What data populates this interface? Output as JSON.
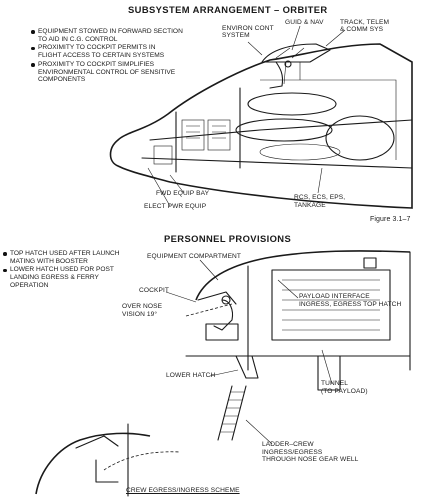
{
  "top_section": {
    "title": "SUBSYSTEM ARRANGEMENT – ORBITER",
    "bullets": [
      "EQUIPMENT STOWED IN FORWARD SECTION\nTO AID IN C.G. CONTROL",
      "PROXIMITY TO COCKPIT PERMITS IN\nFLIGHT ACCESS TO CERTAIN SYSTEMS",
      "PROXIMITY TO COCKPIT SIMPLIFIES\nENVIRONMENTAL CONTROL OF SENSITIVE\nCOMPONENTS"
    ],
    "labels": {
      "environ": "ENVIRON CONT\nSYSTEM",
      "guid": "GUID & NAV",
      "track": "TRACK, TELEM\n& COMM SYS",
      "fwd_bay": "FWD EQUIP BAY",
      "elect": "ELECT PWR EQUIP",
      "rcs": "RCS, ECS, EPS,\nTANKAGE"
    },
    "figure": "Figure 3.1–7"
  },
  "bottom_section": {
    "title": "PERSONNEL PROVISIONS",
    "bullets": [
      "TOP HATCH USED AFTER LAUNCH\nMATING WITH BOOSTER",
      "LOWER HATCH USED FOR POST\nLANDING EGRESS & FERRY\nOPERATION"
    ],
    "labels": {
      "equip": "EQUIPMENT COMPARTMENT",
      "cockpit": "COCKPIT",
      "vision": "OVER NOSE\nVISION 19°",
      "payload": "PAYLOAD INTERFACE\nINGRESS, EGRESS TOP HATCH",
      "lower": "LOWER HATCH",
      "tunnel": "TUNNEL\n(TO PAYLOAD)",
      "ladder": "LADDER–CREW\nINGRESS/EGRESS\nTHROUGH NOSE GEAR WELL",
      "scheme": "CREW EGRESS/INGRESS SCHEME"
    }
  }
}
